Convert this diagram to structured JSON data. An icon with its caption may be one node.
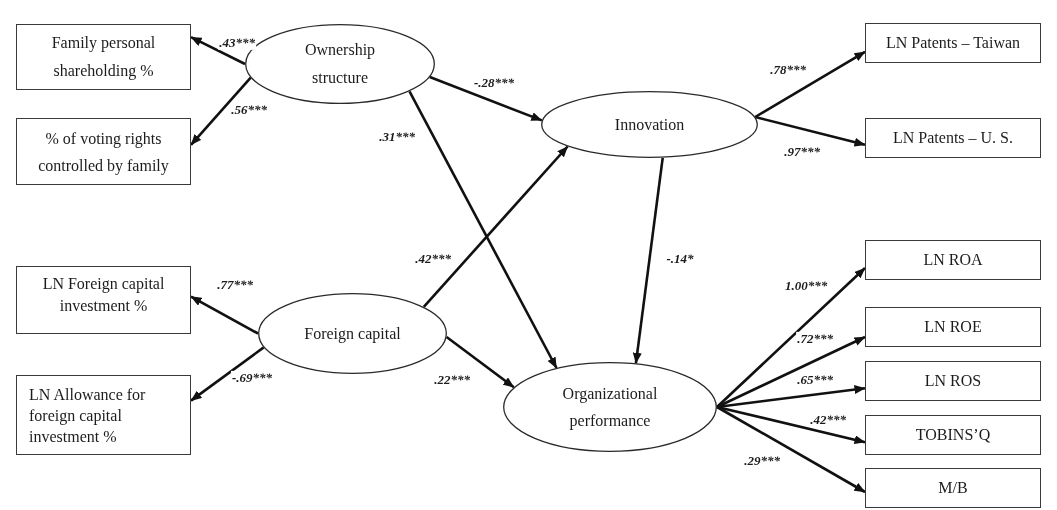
{
  "diagram": {
    "nodes": [
      {
        "text": [
          "Family personal shareholding %"
        ]
      },
      {
        "text": [
          "% of voting rights controlled by family"
        ]
      },
      {
        "text": [
          "LN Foreign capital investment %"
        ]
      },
      {
        "text": [
          "LN Allowance for foreign capital investment %"
        ]
      },
      {
        "text": [
          "Ownership structure"
        ]
      },
      {
        "text": [
          "Foreign capital"
        ]
      },
      {
        "text": [
          "Innovation"
        ]
      },
      {
        "text": [
          "Organizational performance"
        ]
      },
      {
        "text": [
          "LN Patents – Taiwan"
        ]
      },
      {
        "text": [
          "LN Patents – U. S."
        ]
      },
      {
        "text": [
          "LN ROA"
        ]
      },
      {
        "text": [
          "LN ROE"
        ]
      },
      {
        "text": [
          "LN ROS"
        ]
      },
      {
        "text": [
          "TOBINS’Q"
        ]
      },
      {
        "text": [
          "M/B"
        ]
      }
    ],
    "edges": [
      {
        "from": 4,
        "to": 0,
        "arrow": "to",
        "label": ".43***"
      },
      {
        "from": 4,
        "to": 1,
        "arrow": "to",
        "label": ".56***"
      },
      {
        "from": 4,
        "to": 6,
        "arrow": "to",
        "label": "-.28***"
      },
      {
        "from": 4,
        "to": 7,
        "arrow": "to",
        "label": ".31***"
      },
      {
        "from": 5,
        "to": 2,
        "arrow": "to",
        "label": ".77***"
      },
      {
        "from": 5,
        "to": 3,
        "arrow": "to",
        "label": "-.69***"
      },
      {
        "from": 5,
        "to": 6,
        "arrow": "to",
        "label": ".42***"
      },
      {
        "from": 5,
        "to": 7,
        "arrow": "to",
        "label": ".22***"
      },
      {
        "from": 6,
        "to": 7,
        "arrow": "to",
        "label": "-.14*"
      },
      {
        "from": 6,
        "to": 8,
        "arrow": "to",
        "label": ".78***"
      },
      {
        "from": 6,
        "to": 9,
        "arrow": "to",
        "label": ".97***"
      },
      {
        "from": 7,
        "to": 10,
        "arrow": "to",
        "label": "1.00***"
      },
      {
        "from": 7,
        "to": 11,
        "arrow": "to",
        "label": ".72***"
      },
      {
        "from": 7,
        "to": 12,
        "arrow": "to",
        "label": ".65***"
      },
      {
        "from": 7,
        "to": 13,
        "arrow": "to",
        "label": ".42***"
      },
      {
        "from": 7,
        "to": 14,
        "arrow": "to",
        "label": ".29***"
      }
    ]
  }
}
